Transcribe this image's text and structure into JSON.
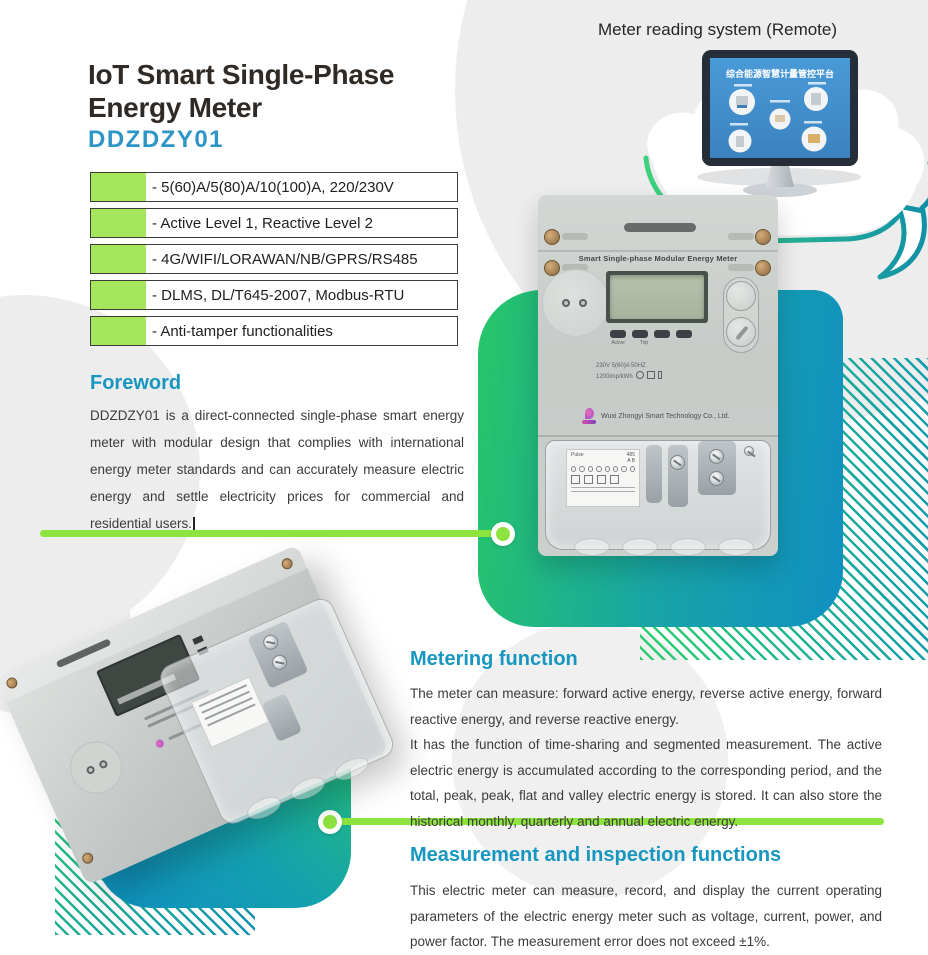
{
  "header": {
    "remote_caption": "Meter reading system (Remote)",
    "title_line1": "IoT Smart Single-Phase",
    "title_line2": "Energy Meter",
    "model": "DDZDZY01"
  },
  "monitor": {
    "screen_title": "综合能源智慧计量管控平台"
  },
  "features": [
    "- 5(60)A/5(80)A/10(100)A, 220/230V",
    "- Active Level 1, Reactive Level 2",
    "- 4G/WIFI/LORAWAN/NB/GPRS/RS485",
    "- DLMS, DL/T645-2007, Modbus-RTU",
    "- Anti-tamper functionalities"
  ],
  "foreword": {
    "heading": "Foreword",
    "body": "DDZDZY01 is a direct-connected single-phase smart energy meter with modular design that complies with international energy meter standards and can accurately measure electric energy and settle electricity prices for commercial and residential users."
  },
  "metering": {
    "heading": "Metering function",
    "para1": "The meter can measure: forward active energy, reverse active energy, forward reactive energy, and reverse reactive energy.",
    "para2": "It has the function of time-sharing and segmented measurement. The active electric energy is accumulated according to the corresponding period, and the total, peak, peak, flat and valley electric energy is stored. It can also store the historical monthly, quarterly and annual electric energy."
  },
  "measurement": {
    "heading": "Measurement and inspection functions",
    "body": "This electric meter can measure, record, and display the current operating parameters of the electric energy meter such as voltage, current, power, and power factor. The measurement error does not exceed ±1%."
  },
  "meter": {
    "faceplate_label": "Smart Single-phase Modular Energy Meter",
    "rating_line1": "230V 5(60)A 50HZ",
    "rating_line2": "1200imp/kWh",
    "button_label1": "Active",
    "button_label2": "Trip",
    "company": "Wuxi Zhongyi Smart Technology Co., Ltd.",
    "terminal_text1": "Pulse",
    "terminal_text2": "485",
    "terminal_text3": "A B"
  },
  "colors": {
    "accent_teal": "#1797c0",
    "accent_green": "#a5e75c",
    "line_green": "#8ee43e",
    "panel_green": "#27c667",
    "panel_blue": "#1090c2"
  }
}
